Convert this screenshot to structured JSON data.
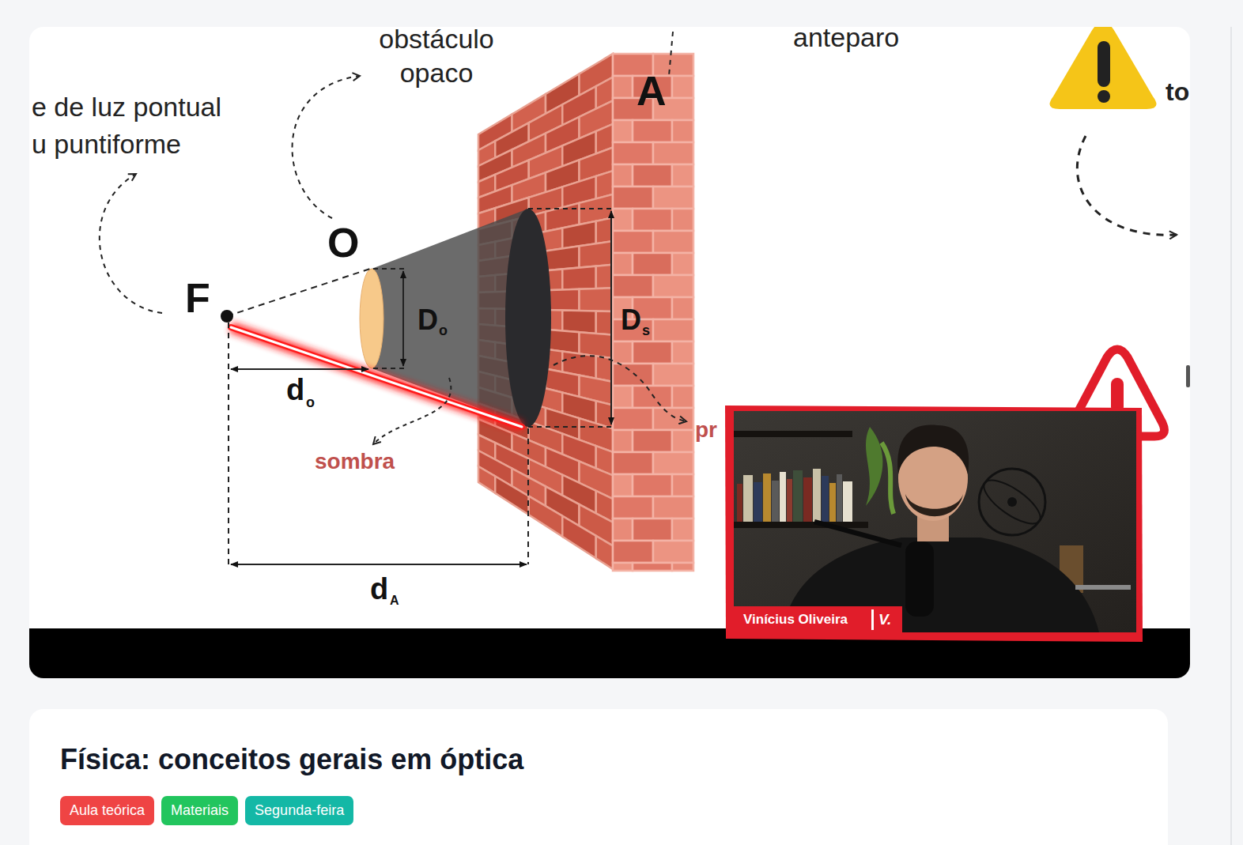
{
  "diagram": {
    "title": "Física: conceitos gerais em óptica",
    "nodes": [
      {
        "text": [
          "Vinícius Oliveira",
          "V."
        ]
      },
      {
        "text": [
          "Aula teórica"
        ]
      },
      {
        "text": [
          "Materiais"
        ]
      },
      {
        "text": [
          "Segunda-feira"
        ]
      }
    ],
    "labels": [
      "obstáculo opaco",
      "anteparo",
      "e de luz pontual u puntiforme",
      "A",
      "O",
      "F",
      "D",
      "o",
      "D",
      "s",
      "d",
      "o",
      "sombra",
      "d",
      "A",
      "pr",
      "to"
    ]
  }
}
